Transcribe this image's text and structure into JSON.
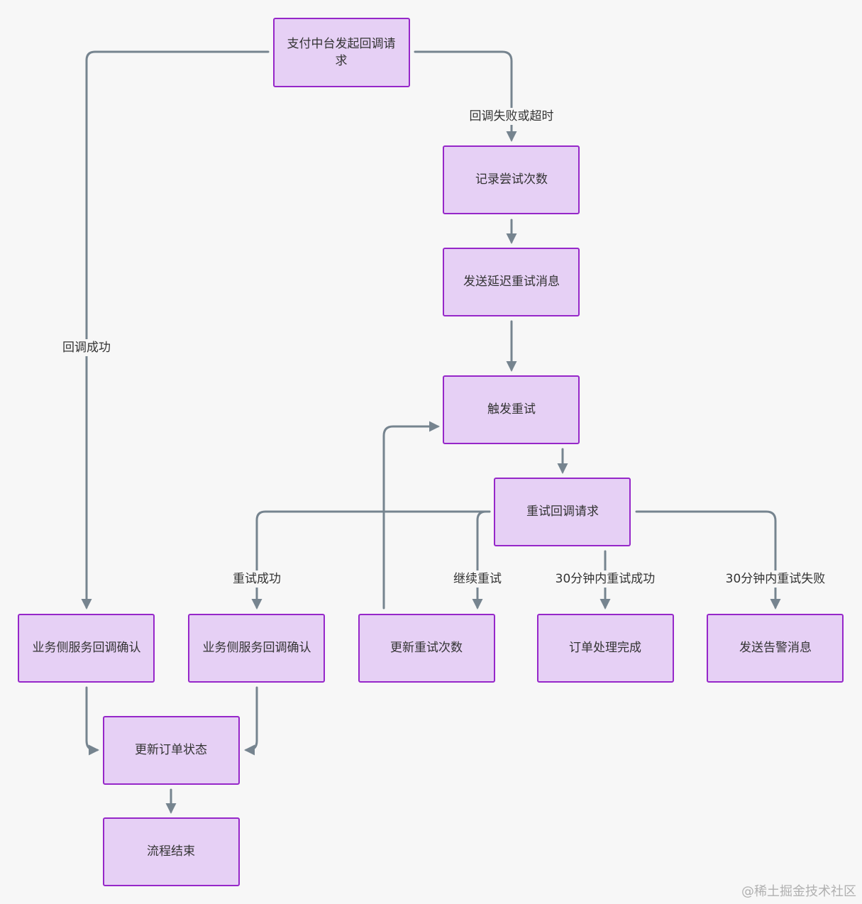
{
  "nodes": {
    "start": "支付中台发起回调请求",
    "record": "记录尝试次数",
    "send_delay": "发送延迟重试消息",
    "trigger": "触发重试",
    "retry_req": "重试回调请求",
    "confirm_left": "业务侧服务回调确认",
    "confirm_mid": "业务侧服务回调确认",
    "update_count": "更新重试次数",
    "order_done": "订单处理完成",
    "alert": "发送告警消息",
    "update_status": "更新订单状态",
    "end": "流程结束"
  },
  "edge_labels": {
    "success": "回调成功",
    "fail_timeout": "回调失败或超时",
    "retry_success": "重试成功",
    "continue_retry": "继续重试",
    "success_30": "30分钟内重试成功",
    "fail_30": "30分钟内重试失败"
  },
  "watermark": "@稀土掘金技术社区",
  "colors": {
    "node_fill": "#e6d0f5",
    "node_stroke": "#9627c9",
    "edge": "#76848f",
    "background": "#f7f7f7"
  }
}
